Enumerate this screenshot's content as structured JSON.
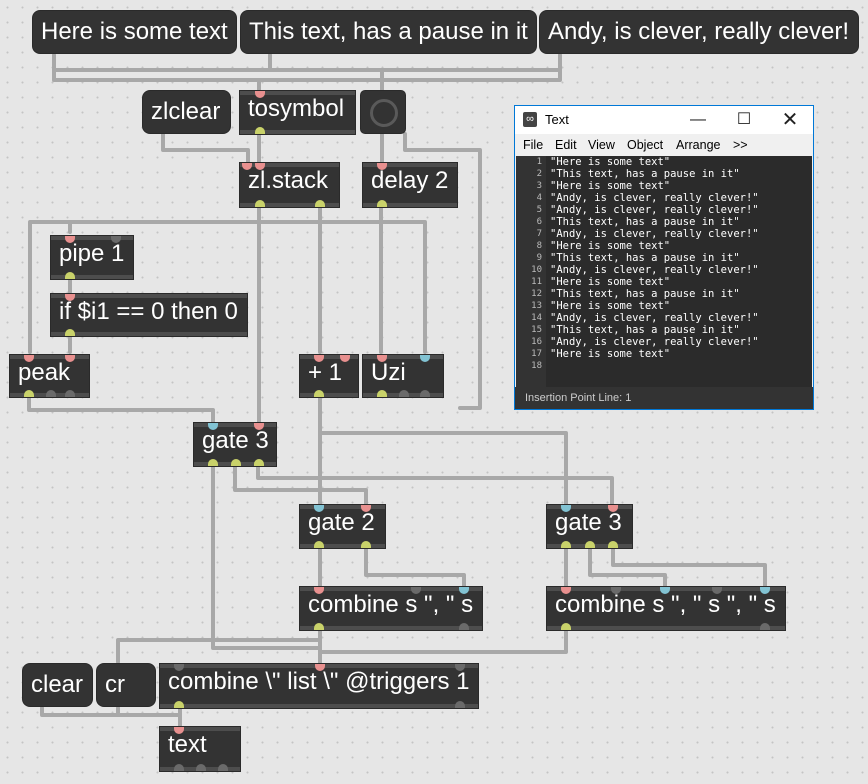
{
  "messages": {
    "msg1": "Here is some text",
    "msg2": "This text, has a pause in it",
    "msg3": "Andy, is clever, really clever!",
    "zlclear": "zlclear",
    "clear": "clear",
    "cr": "cr"
  },
  "objects": {
    "tosymbol": "tosymbol",
    "zlstack": "zl.stack",
    "delay": "delay 2",
    "pipe": "pipe 1",
    "if": "if $i1 == 0 then 0",
    "peak": "peak",
    "plus": "+ 1",
    "uzi": "Uzi",
    "gate3a": "gate 3",
    "gate2": "gate 2",
    "gate3b": "gate 3",
    "combine2": "combine s \", \" s",
    "combine3": "combine s \", \" s \", \" s",
    "combineList": "combine \\\" list \\\" @triggers 1",
    "text": "text"
  },
  "window": {
    "title": "Text",
    "menu": [
      "File",
      "Edit",
      "View",
      "Object",
      "Arrange",
      ">>"
    ],
    "lines": [
      "\"Here is some text\"",
      "\"This text, has a pause in it\"",
      "\"Here is some text\"",
      "\"Andy, is clever, really clever!\"",
      "\"Andy, is clever, really clever!\"",
      "\"This text, has a pause in it\"",
      "\"Andy, is clever, really clever!\"",
      "\"Here is some text\"",
      "\"This text, has a pause in it\"",
      "\"Andy, is clever, really clever!\"",
      "\"Here is some text\"",
      "\"This text, has a pause in it\"",
      "\"Here is some text\"",
      "\"Andy, is clever, really clever!\"",
      "\"This text, has a pause in it\"",
      "\"Andy, is clever, really clever!\"",
      "\"Here is some text\"",
      ""
    ],
    "status": "Insertion Point Line: 1"
  },
  "colors": {
    "canvas": "#e6e6e6",
    "box": "#333333",
    "cord": "#a8a8a8",
    "inlet_hot": "#e8908f",
    "inlet_cold": "#82c3d3",
    "outlet": "#c9d26a",
    "window_accent": "#0078d7"
  }
}
